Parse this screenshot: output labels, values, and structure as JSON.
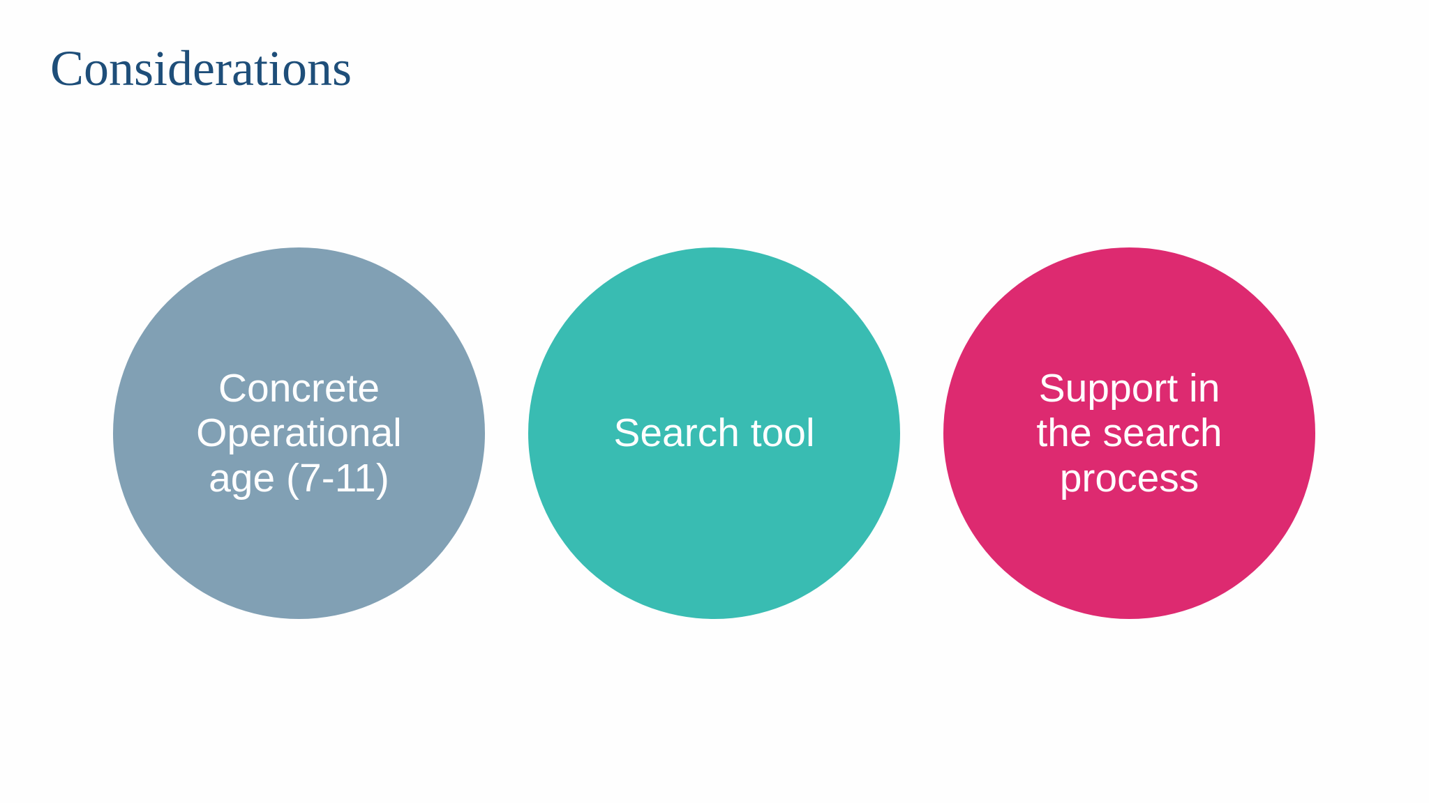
{
  "slide": {
    "title": "Considerations",
    "title_color": "#1e4e79",
    "background_color": "#fefefe"
  },
  "circles": [
    {
      "label": "Concrete Operational age (7-11)",
      "color": "#81a0b4",
      "text_color": "#ffffff"
    },
    {
      "label": "Search tool",
      "color": "#39bcb2",
      "text_color": "#ffffff"
    },
    {
      "label": "Support in the search process",
      "color": "#dd2a70",
      "text_color": "#ffffff"
    }
  ]
}
